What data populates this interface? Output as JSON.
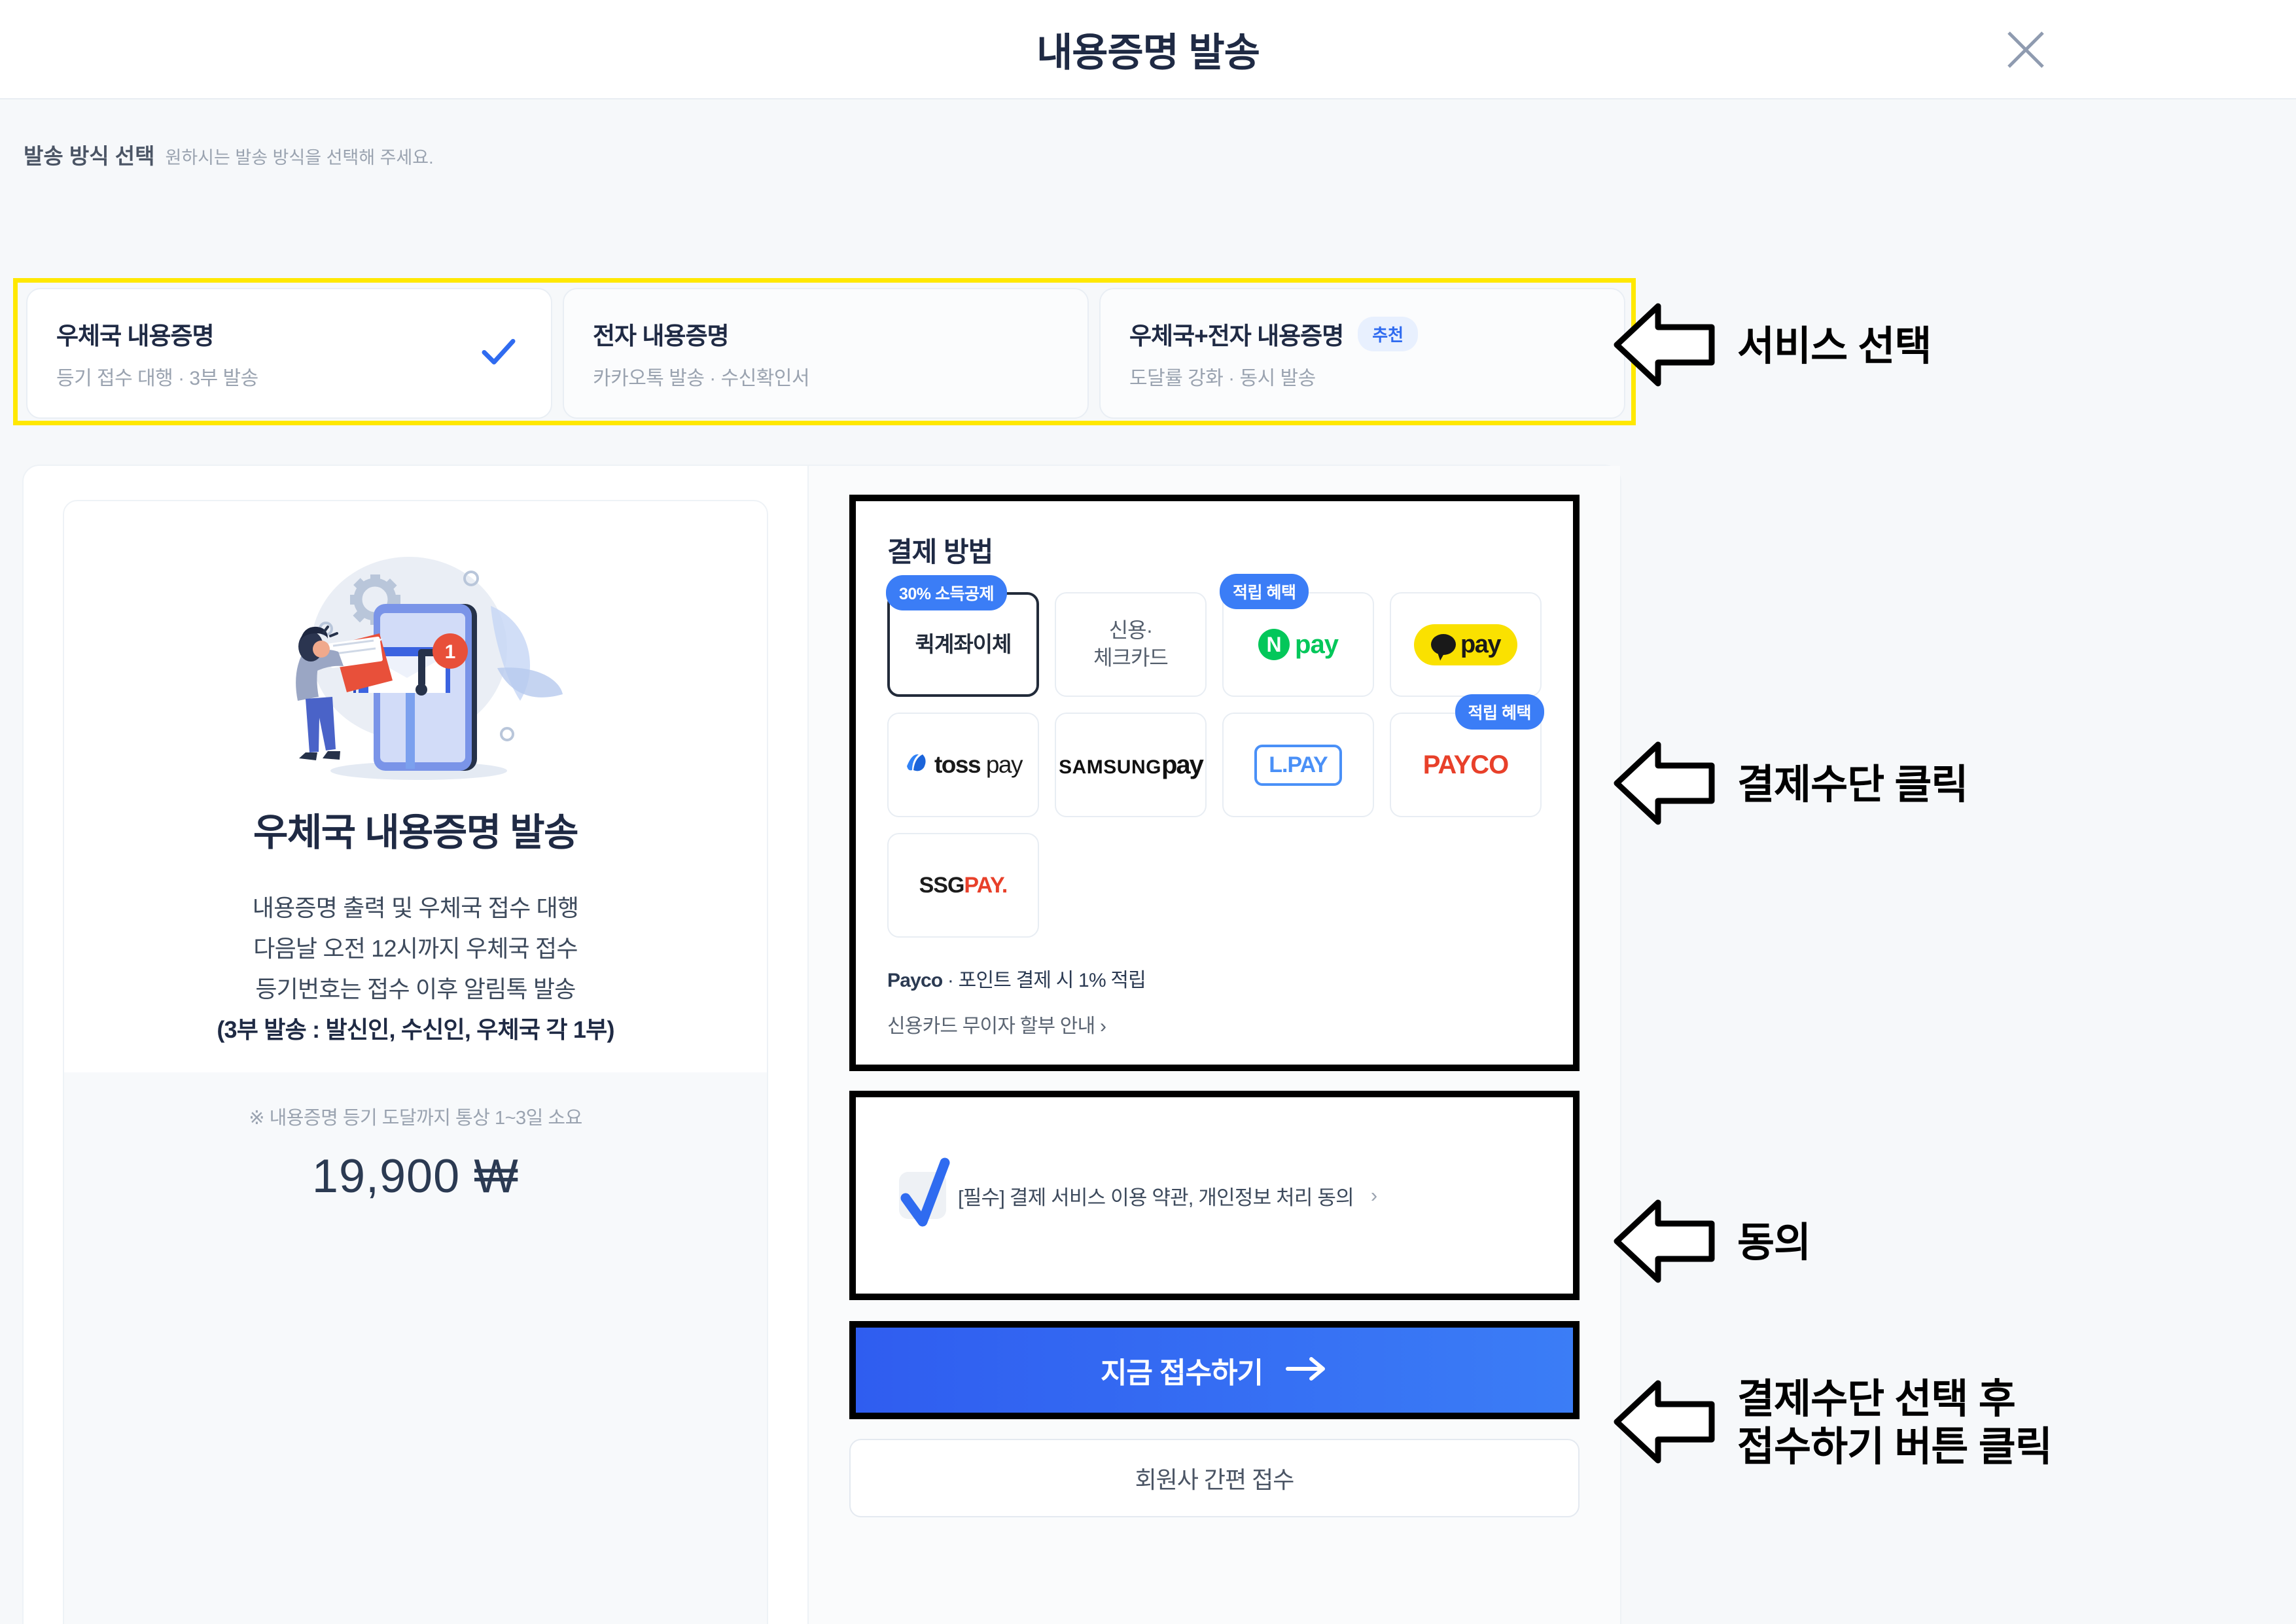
{
  "header": {
    "title": "내용증명 발송",
    "close_icon": "close-icon"
  },
  "section": {
    "label": "발송 방식 선택",
    "sublabel": "원하시는 발송 방식을 선택해 주세요."
  },
  "services": [
    {
      "title": "우체국 내용증명",
      "subtitle": "등기 접수 대행 · 3부 발송",
      "badge": "",
      "selected": true,
      "check_icon": "check-icon"
    },
    {
      "title": "전자 내용증명",
      "subtitle": "카카오톡 발송 · 수신확인서",
      "badge": "",
      "selected": false
    },
    {
      "title": "우체국+전자 내용증명",
      "subtitle": "도달률 강화 · 동시 발송",
      "badge": "추천",
      "selected": false
    }
  ],
  "product": {
    "illustration_icon": "mailbox-illustration",
    "title": "우체국 내용증명 발송",
    "desc_lines": [
      "내용증명 출력 및 우체국 접수 대행",
      "다음날 오전 12시까지 우체국 접수",
      "등기번호는 접수 이후 알림톡 발송"
    ],
    "desc_bold": "(3부 발송 : 발신인, 수신인, 우체국 각 1부)",
    "note": "※ 내용증명 등기 도달까지 통상 1~3일 소요",
    "price": "19,900 ₩"
  },
  "payment": {
    "title": "결제 방법",
    "methods": [
      {
        "id": "quick-transfer",
        "label": "퀵계좌이체",
        "tag": "30% 소득공제",
        "tag_side": "left",
        "selected": true,
        "logo": "text"
      },
      {
        "id": "credit-check-card",
        "label": "신용·\n체크카드",
        "tag": "",
        "selected": false,
        "logo": "text-reg"
      },
      {
        "id": "naver-pay",
        "label": "N pay",
        "tag": "적립 혜택",
        "tag_side": "left",
        "selected": false,
        "logo": "npay"
      },
      {
        "id": "kakao-pay",
        "label": "pay",
        "tag": "",
        "selected": false,
        "logo": "kakaopay"
      },
      {
        "id": "toss-pay",
        "label": "toss pay",
        "tag": "",
        "selected": false,
        "logo": "tosspay"
      },
      {
        "id": "samsung-pay",
        "label": "SAMSUNG pay",
        "tag": "",
        "selected": false,
        "logo": "samsungpay"
      },
      {
        "id": "l-pay",
        "label": "L.PAY",
        "tag": "",
        "selected": false,
        "logo": "lpay"
      },
      {
        "id": "payco",
        "label": "PAYCO",
        "tag": "적립 혜택",
        "tag_side": "right",
        "selected": false,
        "logo": "payco"
      },
      {
        "id": "ssg-pay",
        "label": "SSGPAY.",
        "tag": "",
        "selected": false,
        "logo": "ssgpay"
      }
    ],
    "note_bold": "Payco",
    "note_rest": " · 포인트 결제 시 1% 적립",
    "note_link": "신용카드 무이자 할부 안내 ›"
  },
  "agreement": {
    "text": "[필수] 결제 서비스 이용 약관, 개인정보 처리 동의",
    "arrow": "›",
    "checked": true,
    "check_icon": "check-mark-icon"
  },
  "actions": {
    "submit_label": "지금 접수하기",
    "submit_arrow_icon": "arrow-right-icon",
    "secondary_label": "회원사 간편 접수"
  },
  "annotations": [
    {
      "id": "service-select",
      "text": "서비스 선택",
      "icon": "arrow-left-icon"
    },
    {
      "id": "payment-click",
      "text": "결제수단 클릭",
      "icon": "arrow-left-icon"
    },
    {
      "id": "agree",
      "text": "동의",
      "icon": "arrow-left-icon"
    },
    {
      "id": "submit-click",
      "text": "결제수단 선택 후\n접수하기 버튼 클릭",
      "icon": "arrow-left-icon"
    }
  ],
  "colors": {
    "brand_blue": "#2f6bf0",
    "highlight_yellow": "#ffe800",
    "annotation_black": "#000000",
    "kakao_yellow": "#fae100",
    "naver_green": "#03c75a",
    "payco_red": "#e8402a"
  }
}
